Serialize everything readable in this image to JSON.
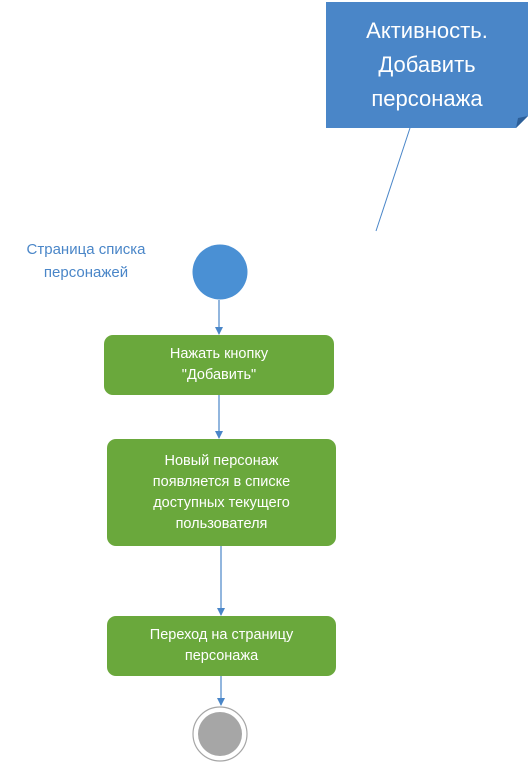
{
  "colors": {
    "note_fill": "#4a86c8",
    "note_fold": "#2d5f98",
    "start_node": "#4a90d4",
    "action_fill": "#6aa83c",
    "arrow": "#4a86c8",
    "end_node": "#a6a6a6"
  },
  "note": {
    "text": "Активность.\nДобавить\nперсонажа"
  },
  "start": {
    "label": "Страница списка\nперсонажей"
  },
  "actions": [
    {
      "text": "Нажать кнопку\n\"Добавить\""
    },
    {
      "text": "Новый персонаж\nпоявляется в списке\nдоступных текущего\nпользователя"
    },
    {
      "text": "Переход на страницу\nперсонажа"
    }
  ]
}
